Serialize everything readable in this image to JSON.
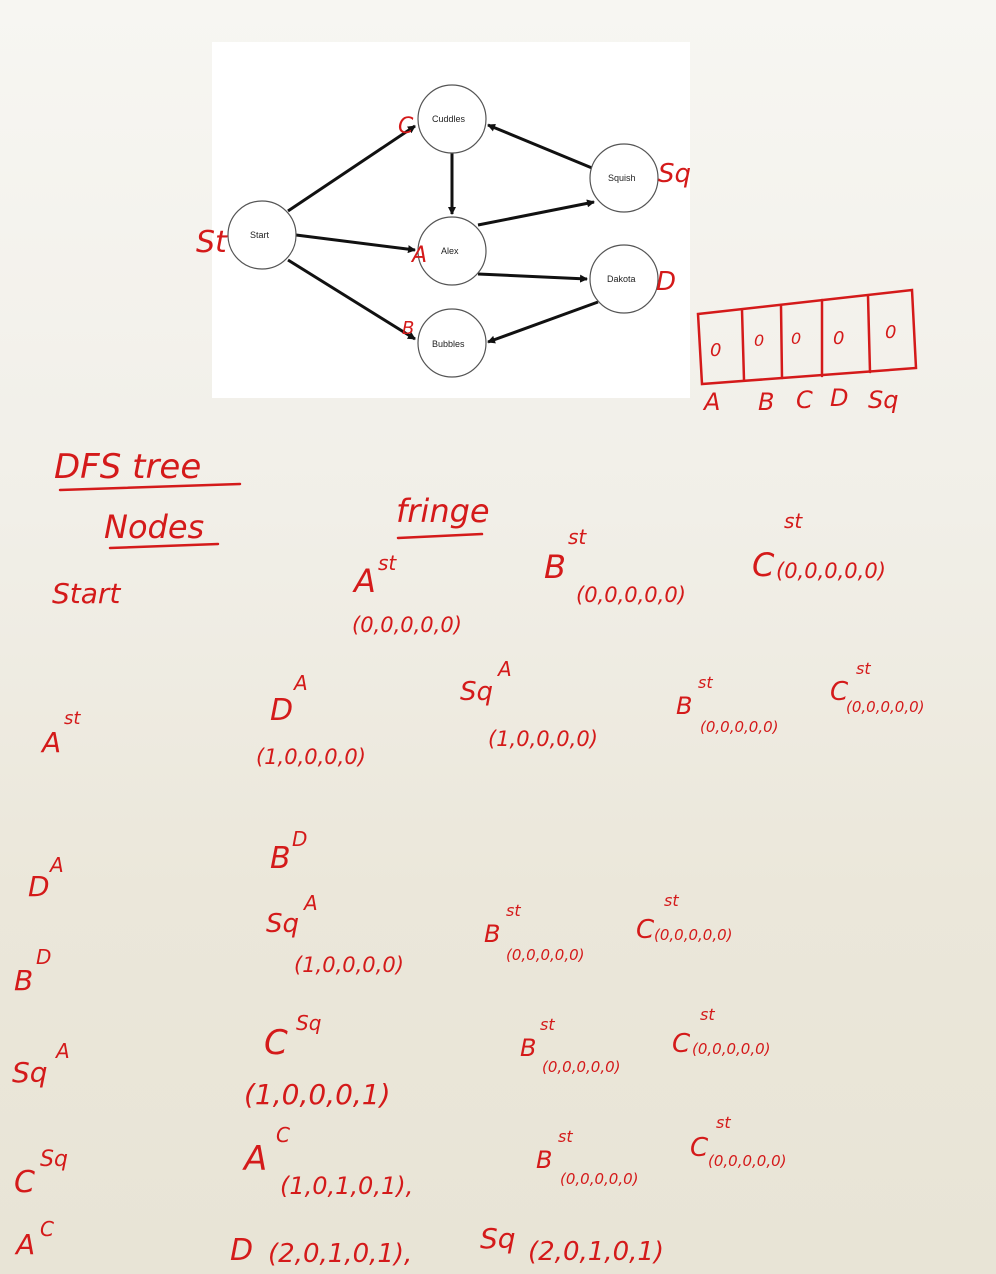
{
  "graph": {
    "nodes": {
      "start": "Start",
      "cuddles": "Cuddles",
      "alex": "Alex",
      "bubbles": "Bubbles",
      "squish": "Squish",
      "dakota": "Dakota"
    },
    "tags": {
      "start": "St",
      "cuddles": "C",
      "alex": "A",
      "bubbles": "B",
      "squish": "Sq",
      "dakota": "D"
    }
  },
  "array": {
    "values": [
      "0",
      "0",
      "0",
      "0",
      "0"
    ],
    "labels": [
      "A",
      "B",
      "C",
      "D",
      "Sq"
    ]
  },
  "notes": {
    "title": "DFS tree",
    "nodes_header": "Nodes",
    "fringe_header": "fringe",
    "rows": [
      {
        "node": "Start",
        "fringe": [
          {
            "name": "A",
            "parent": "st",
            "vec": "(0,0,0,0,0)"
          },
          {
            "name": "B",
            "parent": "st",
            "vec": "(0,0,0,0,0)"
          },
          {
            "name": "C",
            "parent": "st",
            "vec": "(0,0,0,0,0)"
          }
        ]
      },
      {
        "node": "A",
        "node_parent": "st",
        "fringe": [
          {
            "name": "D",
            "parent": "A",
            "vec": "(1,0,0,0,0)"
          },
          {
            "name": "Sq",
            "parent": "A",
            "vec": "(1,0,0,0,0)"
          },
          {
            "name": "B",
            "parent": "st",
            "vec": "(0,0,0,0,0)"
          },
          {
            "name": "C",
            "parent": "st",
            "vec": "(0,0,0,0,0)"
          }
        ]
      },
      {
        "node": "D",
        "node_parent": "A",
        "fringe": [
          {
            "name": "B",
            "parent": "D",
            "vec": ""
          }
        ]
      },
      {
        "node": "B",
        "node_parent": "D",
        "fringe": [
          {
            "name": "Sq",
            "parent": "A",
            "vec": "(1,0,0,0,0)"
          },
          {
            "name": "B",
            "parent": "st",
            "vec": "(0,0,0,0,0)"
          },
          {
            "name": "C",
            "parent": "st",
            "vec": "(0,0,0,0,0)"
          }
        ]
      },
      {
        "node": "Sq",
        "node_parent": "A",
        "fringe": [
          {
            "name": "C",
            "parent": "Sq",
            "vec": "(1,0,0,0,1)"
          },
          {
            "name": "B",
            "parent": "st",
            "vec": "(0,0,0,0,0)"
          },
          {
            "name": "C",
            "parent": "st",
            "vec": "(0,0,0,0,0)"
          }
        ]
      },
      {
        "node": "C",
        "node_parent": "Sq",
        "fringe": [
          {
            "name": "A",
            "parent": "C",
            "vec": "(1,0,1,0,1),"
          },
          {
            "name": "B",
            "parent": "st",
            "vec": "(0,0,0,0,0)"
          },
          {
            "name": "C",
            "parent": "st",
            "vec": "(0,0,0,0,0)"
          }
        ]
      },
      {
        "node": "A",
        "node_parent": "C",
        "fringe": [
          {
            "name": "D",
            "parent": "",
            "vec": "(2,0,1,0,1),"
          },
          {
            "name": "Sq",
            "parent": "",
            "vec": "(2,0,1,0,1)"
          }
        ]
      }
    ]
  }
}
